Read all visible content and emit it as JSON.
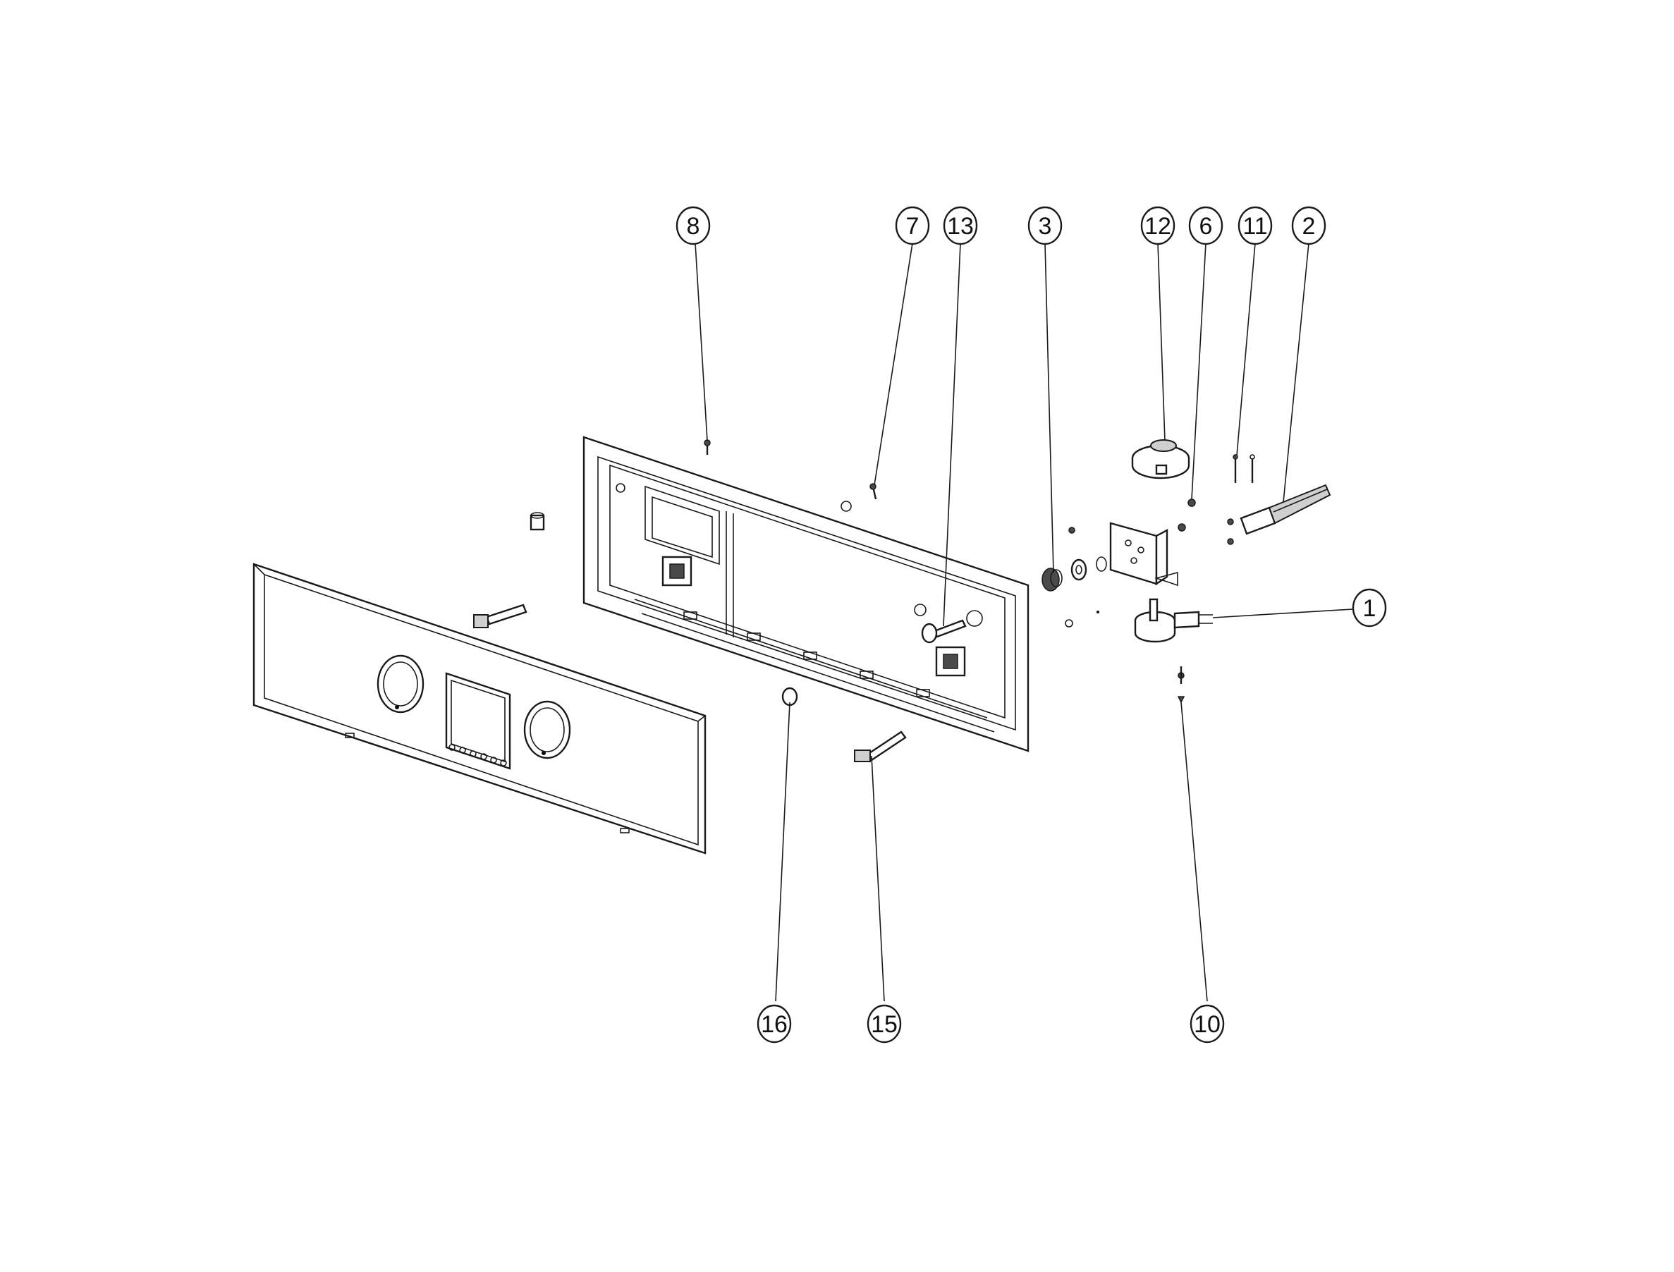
{
  "callouts": [
    {
      "id": "c8",
      "label": "8"
    },
    {
      "id": "c7",
      "label": "7"
    },
    {
      "id": "c13",
      "label": "13"
    },
    {
      "id": "c3",
      "label": "3"
    },
    {
      "id": "c12",
      "label": "12"
    },
    {
      "id": "c6",
      "label": "6"
    },
    {
      "id": "c11",
      "label": "11"
    },
    {
      "id": "c2",
      "label": "2"
    },
    {
      "id": "c1",
      "label": "1"
    },
    {
      "id": "c16",
      "label": "16"
    },
    {
      "id": "c15",
      "label": "15"
    },
    {
      "id": "c10",
      "label": "10"
    }
  ]
}
